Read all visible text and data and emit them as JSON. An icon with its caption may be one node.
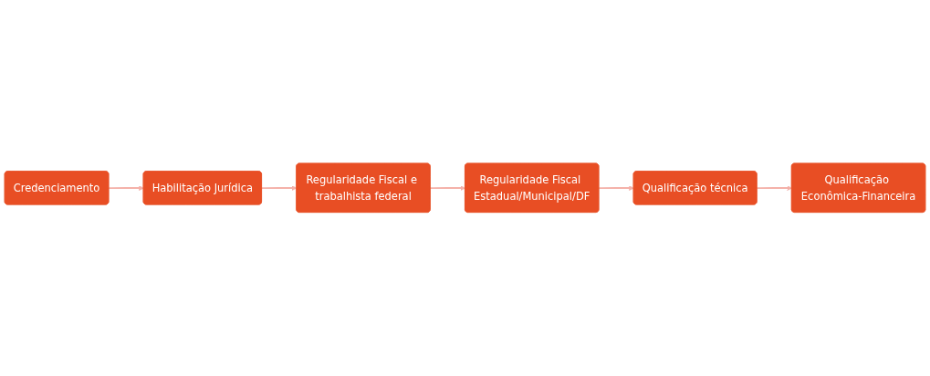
{
  "diagram": {
    "nodes": [
      {
        "text": [
          "Credenciamento"
        ]
      },
      {
        "text": [
          "Habilitação Jurídica"
        ]
      },
      {
        "text": [
          "Regularidade Fiscal e trabalhista federal"
        ]
      },
      {
        "text": [
          "Regularidade Fiscal Estadual/Municipal/DF"
        ]
      },
      {
        "text": [
          "Qualificação técnica"
        ]
      },
      {
        "text": [
          "Qualificação Econômica-Financeira"
        ]
      }
    ],
    "edges": [
      {
        "from": 0,
        "to": 1,
        "arrow": "to"
      },
      {
        "from": 1,
        "to": 2,
        "arrow": "to"
      },
      {
        "from": 2,
        "to": 3,
        "arrow": "to"
      },
      {
        "from": 3,
        "to": 4,
        "arrow": "to"
      },
      {
        "from": 4,
        "to": 5,
        "arrow": "to"
      }
    ]
  }
}
